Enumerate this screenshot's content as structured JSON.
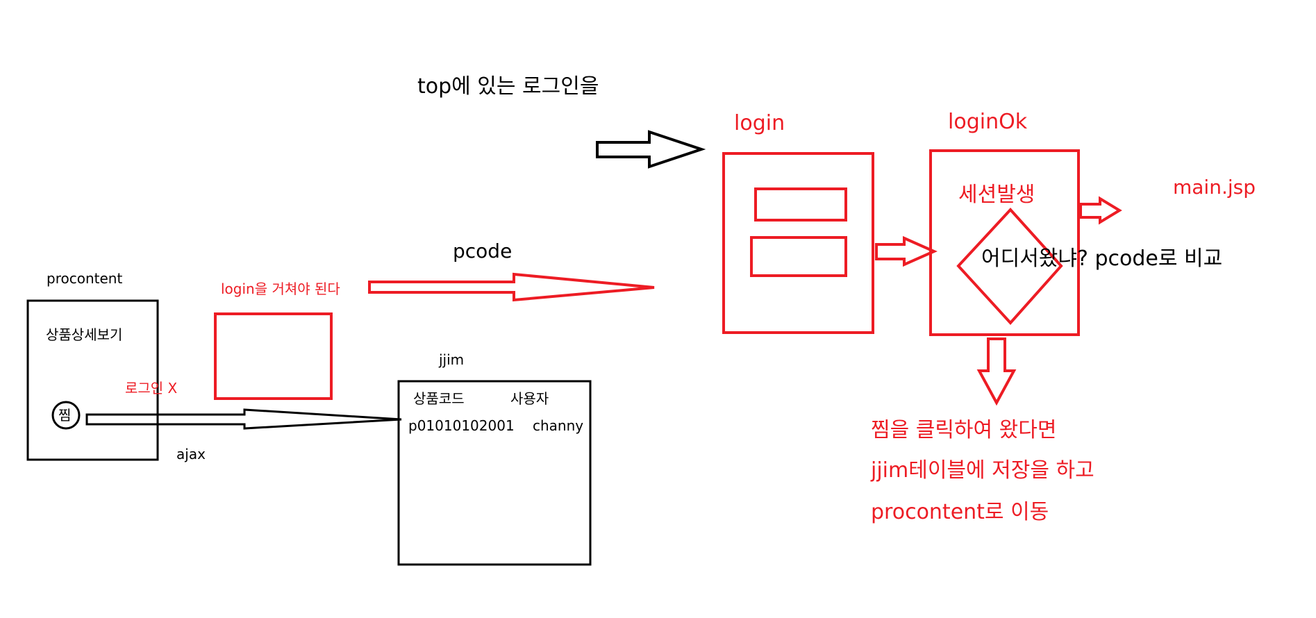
{
  "colors": {
    "red": "#ed1c24",
    "black": "#000000",
    "background": "#ffffff"
  },
  "texts": {
    "top_login": "top에 있는 로그인을",
    "login": "login",
    "login_ok": "loginOk",
    "session": "세션발생",
    "main_jsp": "main.jsp",
    "where_from": "어디서왔냐? pcode로 비교",
    "pcode": "pcode",
    "procontent": "procontent",
    "must_login": "login을 거쳐야 된다",
    "product_detail": "상품상세보기",
    "not_logged_in": "로그인 X",
    "jjim_button": "찜",
    "ajax": "ajax",
    "jjim_table": "jjim",
    "clicked_line1": "찜을 클릭하여 왔다면",
    "clicked_line2": "jjim테이블에 저장을 하고",
    "clicked_line3": "procontent로 이동"
  },
  "jjim_table": {
    "headers": [
      "상품코드",
      "사용자"
    ],
    "rows": [
      [
        "p01010102001",
        "channy"
      ]
    ]
  }
}
